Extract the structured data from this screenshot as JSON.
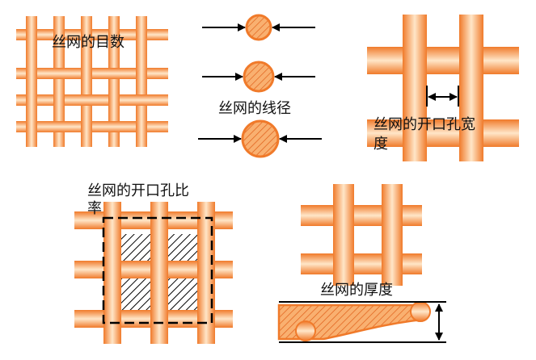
{
  "colors": {
    "wire_edge": "#F07A2A",
    "wire_highlight": "#FFE6C8",
    "wire_mid": "#F9A868",
    "arrow": "#000000",
    "hatch": "#000000",
    "background": "#FFFFFF"
  },
  "labels": {
    "mesh_count": "丝网的目数",
    "wire_diameter": "丝网的线径",
    "aperture_width_line1": "丝网的开口孔宽",
    "aperture_width_line2": "度",
    "open_area_line1": "丝网的开口孔比",
    "open_area_line2": "率",
    "thickness": "丝网的厚度"
  },
  "icons": {
    "measure_arrows": "double-arrow-icon",
    "compress_arrows": "arrow-icon",
    "hatched_aperture": "hatch-pattern"
  }
}
